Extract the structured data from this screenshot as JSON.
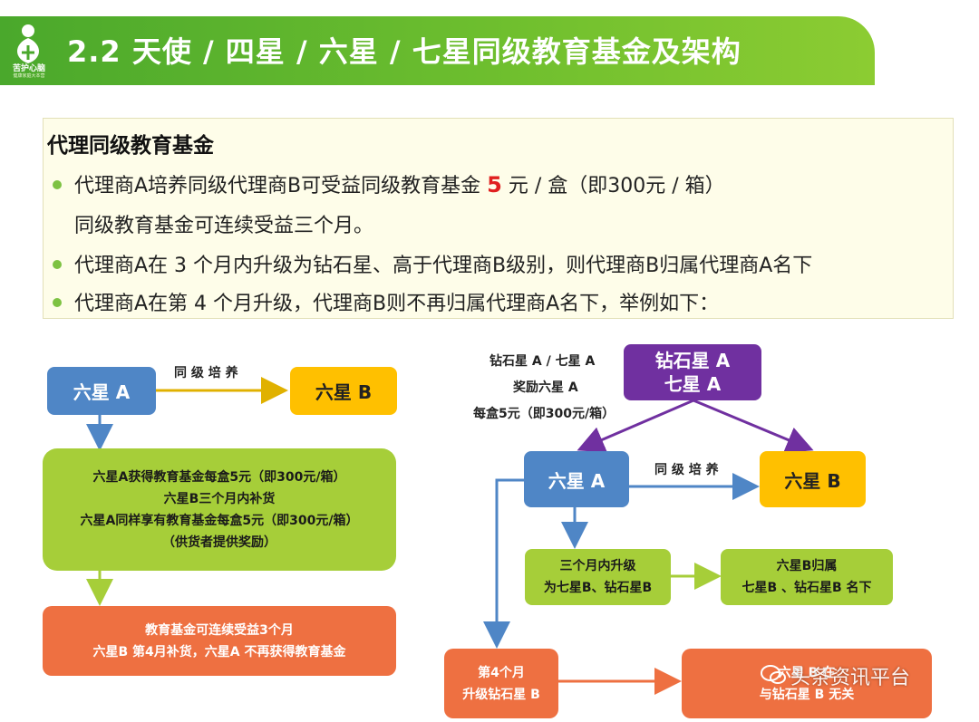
{
  "header": {
    "title": "2.2 天使 / 四星 / 六星 / 七星同级教育基金及架构",
    "logo_text": "苦护心脑",
    "logo_sub": "健康家庭大本营"
  },
  "panel": {
    "heading": "代理同级教育基金",
    "b1_pre": "代理商A培养同级代理商B可受益同级教育基金 ",
    "b1_num": "5",
    "b1_post": " 元 / 盒（即300元 / 箱）",
    "b1_cont": "同级教育基金可连续受益三个月。",
    "b2": "代理商A在 3 个月内升级为钻石星、高于代理商B级别，则代理商B归属代理商A名下",
    "b3": "代理商A在第 4 个月升级，代理商B则不再归属代理商A名下，举例如下："
  },
  "left": {
    "a": "六星 A",
    "b": "六星 B",
    "arrow_label": "同 级 培 养",
    "green_l1": "六星A获得教育基金每盒5元（即300元/箱）",
    "green_l2": "六星B三个月内补货",
    "green_l3": "六星A同样享有教育基金每盒5元（即300元/箱）",
    "green_l4": "（供货者提供奖励）",
    "orange_l1": "教育基金可连续受益3个月",
    "orange_l2": "六星B 第4月补货，六星A 不再获得教育基金"
  },
  "right": {
    "note1": "钻石星 A / 七星 A",
    "note2": "奖励六星 A",
    "note3": "每盒5元（即300元/箱）",
    "top_l1": "钻石星 A",
    "top_l2": "七星 A",
    "a": "六星 A",
    "b": "六星 B",
    "arrow_label": "同 级 培 养",
    "g1_l1": "三个月内升级",
    "g1_l2": "为七星B、钻石星B",
    "g2_l1": "六星B归属",
    "g2_l2": "七星B 、钻石星B 名下",
    "o1_l1": "第4个月",
    "o1_l2": "升级钻石星 B",
    "o2_l1": "六星 B 在",
    "o2_l2": "与钻石星 B 无关"
  },
  "watermark": "头条资讯平台",
  "colors": {
    "header_green": "#6dbe2e",
    "blue": "#4f86c6",
    "yellow": "#ffc000",
    "purple": "#7030a0",
    "lime": "#a6ce39",
    "orange": "#ee7041",
    "highlight_red": "#e02020"
  }
}
